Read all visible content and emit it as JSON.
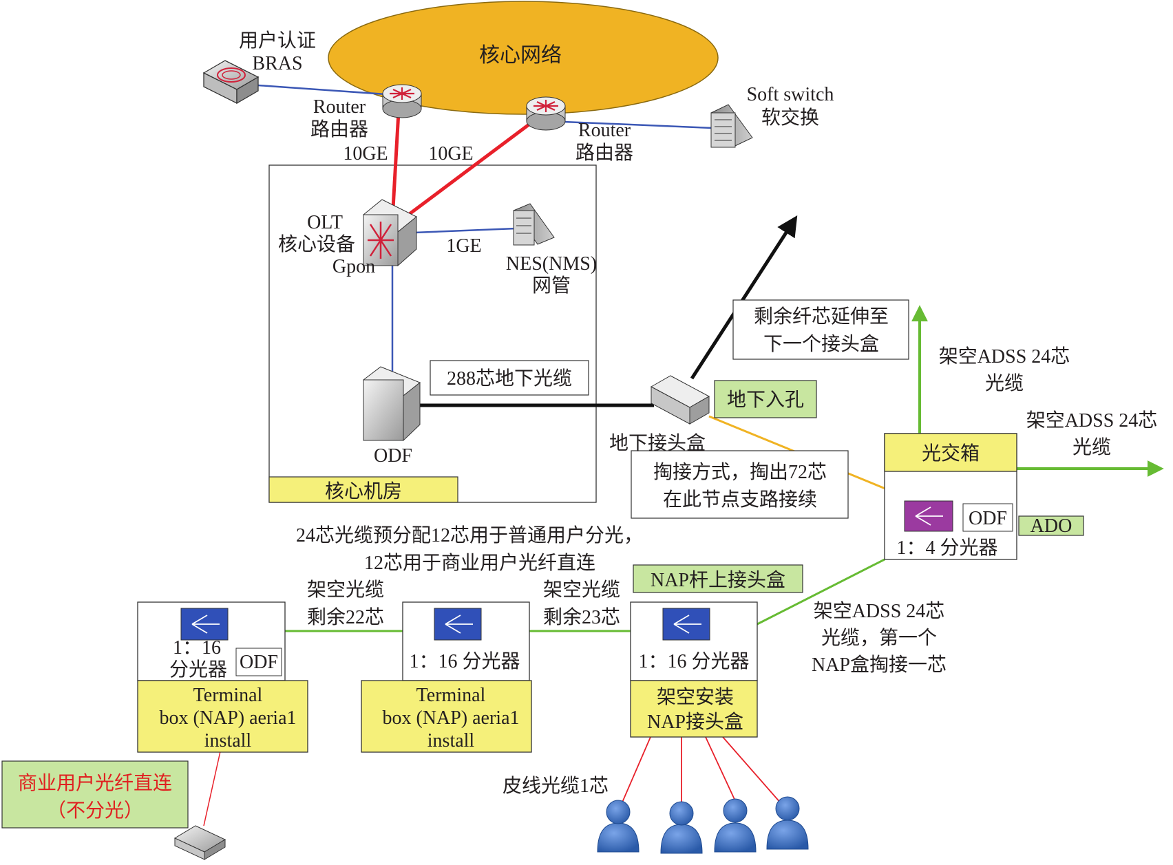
{
  "core_network": {
    "label": "核心网络"
  },
  "bras": {
    "line1": "用户认证",
    "line2": "BRAS"
  },
  "router_left": {
    "line1": "Router",
    "line2": "路由器"
  },
  "router_right": {
    "line1": "Router",
    "line2": "路由器"
  },
  "soft_switch": {
    "line1": "Soft switch",
    "line2": "软交换"
  },
  "links": {
    "ge10_left": "10GE",
    "ge10_right": "10GE",
    "ge1": "1GE"
  },
  "olt": {
    "line1": "OLT",
    "line2": "核心设备",
    "line3": "Gpon"
  },
  "nms": {
    "line1": "NES(NMS)",
    "line2": "网管"
  },
  "odf_core": {
    "label": "ODF"
  },
  "core_room": {
    "label": "核心机房"
  },
  "cable_288": {
    "label": "288芯地下光缆"
  },
  "manhole": {
    "label": "地下入孔"
  },
  "underground_box": {
    "label": "地下接头盒"
  },
  "remaining_fiber": {
    "line1": "剩余纤芯延伸至",
    "line2": "下一个接头盒"
  },
  "adss_up": {
    "line1": "架空ADSS 24芯",
    "line2": "光缆"
  },
  "adss_right": {
    "line1": "架空ADSS 24芯",
    "line2": "光缆"
  },
  "splice_note": {
    "line1": "掏接方式，掏出72芯",
    "line2": "在此节点支路接续"
  },
  "cross_box": {
    "title": "光交箱",
    "odf": "ODF",
    "splitter": "1：4 分光器"
  },
  "ado": {
    "label": "ADO"
  },
  "allocation": {
    "line1": "24芯光缆预分配12芯用于普通用户分光，",
    "line2": "12芯用于商业用户光纤直连"
  },
  "nap_pole": {
    "label": "NAP杆上接头盒"
  },
  "aerial_22": {
    "line1": "架空光缆",
    "line2": "剩余22芯"
  },
  "aerial_23": {
    "line1": "架空光缆",
    "line2": "剩余23芯"
  },
  "adss_first": {
    "line1": "架空ADSS 24芯",
    "line2": "光缆，第一个",
    "line3": "NAP盒掏接一芯"
  },
  "nap1": {
    "splitter_line1": "1：16",
    "splitter_line2": "分光器",
    "odf": "ODF",
    "footer_line1": "Terminal",
    "footer_line2": "box (NAP) aeria1",
    "footer_line3": "install"
  },
  "nap2": {
    "splitter": "1：16 分光器",
    "footer_line1": "Terminal",
    "footer_line2": "box (NAP) aeria1",
    "footer_line3": "install"
  },
  "nap3": {
    "splitter": "1：16 分光器",
    "footer_line1": "架空安装",
    "footer_line2": "NAP接头盒"
  },
  "drop_cable": {
    "label": "皮线光缆1芯"
  },
  "business": {
    "line1": "商业用户光纤直连",
    "line2": "（不分光）"
  },
  "colors": {
    "core": "#f0b323",
    "core_stroke": "#8a6a10",
    "link_red": "#e8202a",
    "link_blue": "#3b57b5",
    "link_green": "#66bb33",
    "link_orange": "#f0b323",
    "link_black": "#111111",
    "label_yellow": "#f5f07a",
    "label_green": "#c8e6a0",
    "splitter_blue": "#3050b8",
    "splitter_purple": "#9b3aa0",
    "user_blue": "#3a6fc4",
    "business_text": "#e02020"
  }
}
